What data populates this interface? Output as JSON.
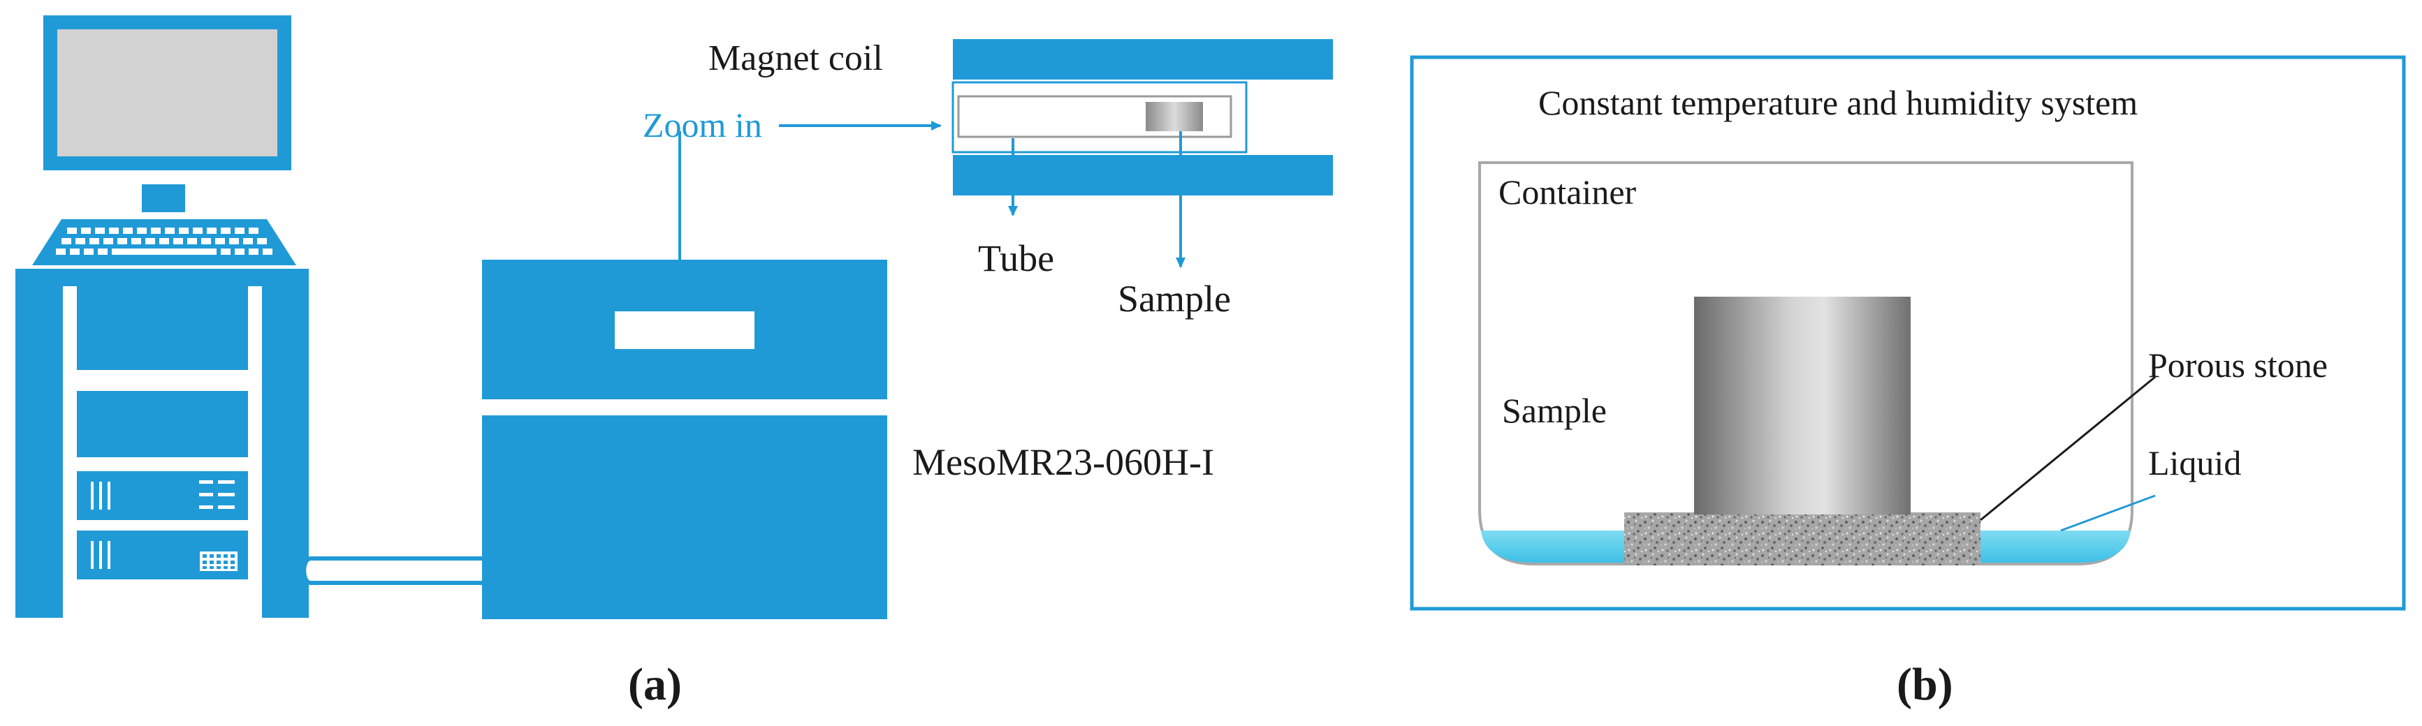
{
  "colors": {
    "equipment": "#1f9ad7",
    "outline": "#1f9ad7",
    "liquid": "#5fd0ee",
    "cylinder_dark": "#6e6e6e",
    "cylinder_light": "#cfcfcf",
    "stone": "#9a9a9a",
    "text": "#1a1a1a"
  },
  "panel_a": {
    "caption": "(a)",
    "labels": {
      "magnet_coil": "Magnet coil",
      "zoom_in": "Zoom in",
      "tube": "Tube",
      "sample": "Sample",
      "instrument": "MesoMR23-060H-I"
    },
    "icons": [
      "computer-workstation-icon",
      "nmr-instrument-icon",
      "magnet-coil-icon",
      "tube-icon",
      "sample-icon"
    ]
  },
  "panel_b": {
    "caption": "(b)",
    "labels": {
      "system_title": "Constant temperature and humidity system",
      "container": "Container",
      "sample": "Sample",
      "porous_stone": "Porous stone",
      "liquid": "Liquid"
    }
  }
}
